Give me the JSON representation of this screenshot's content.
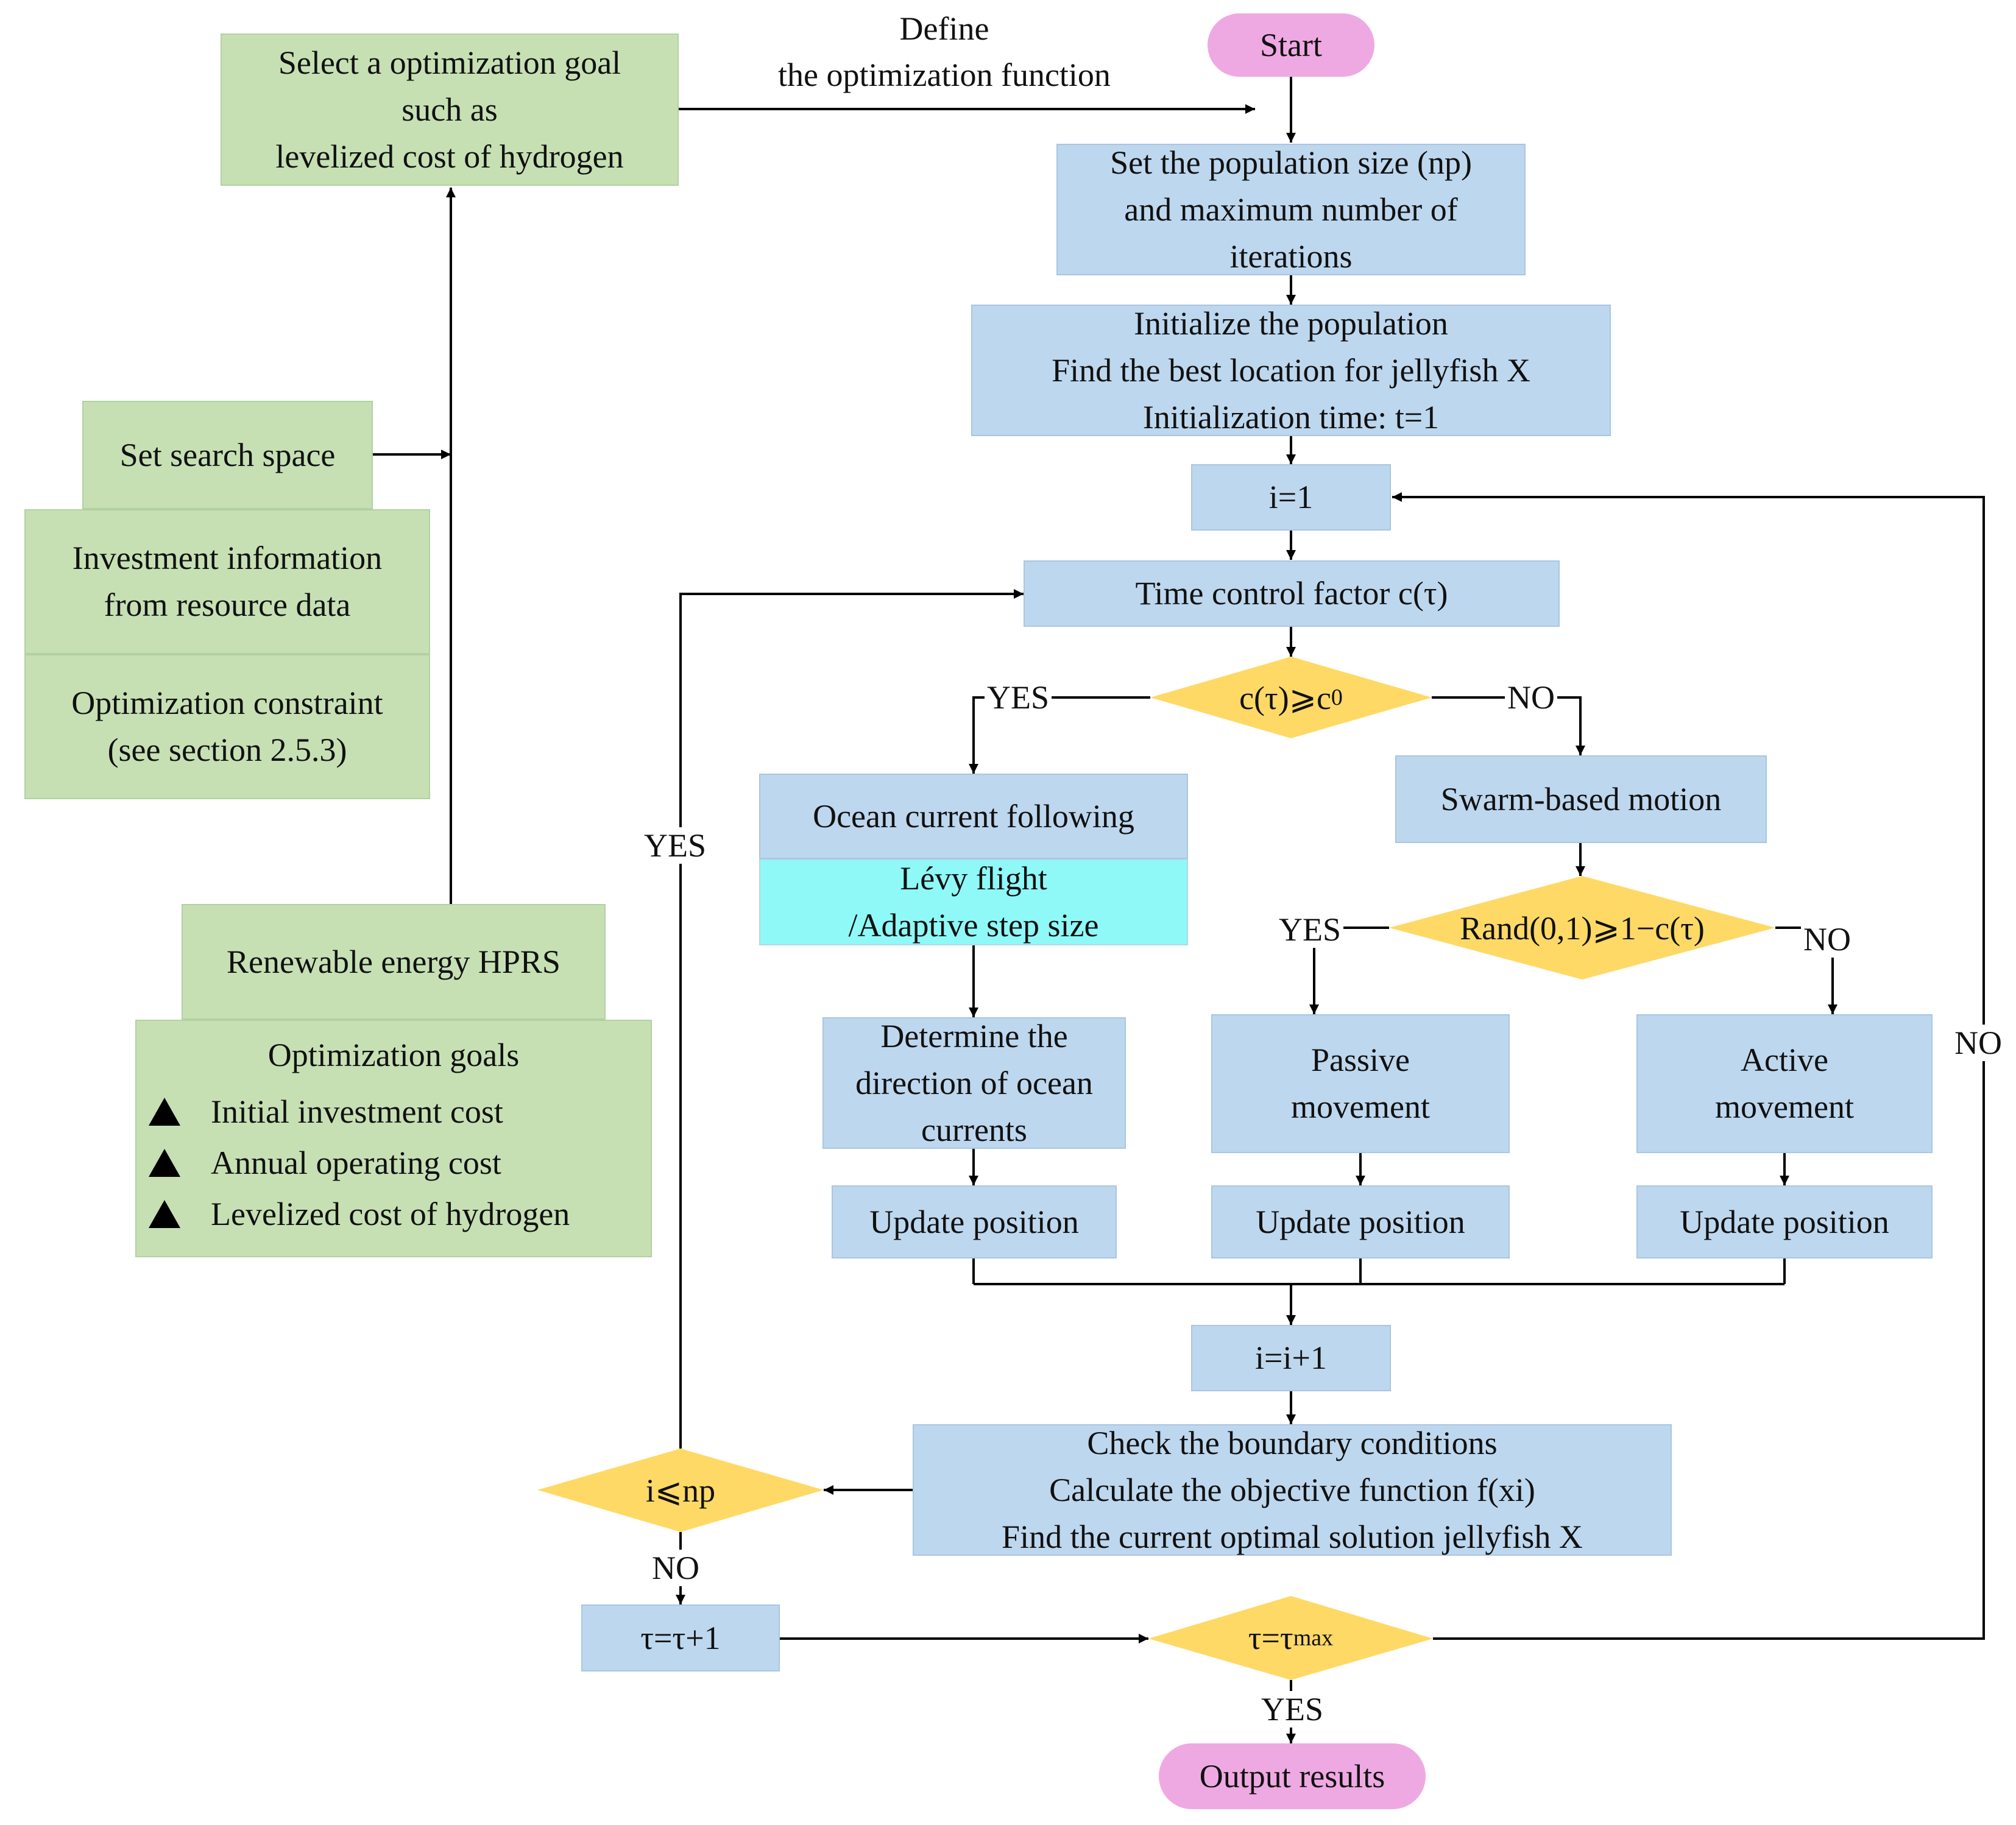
{
  "nodes": {
    "start": "Start",
    "set_pop": [
      "Set the population size (np)",
      "and maximum number of",
      "iterations"
    ],
    "init_pop": [
      "Initialize the population",
      "Find the best location for jellyfish X",
      "Initialization time: t=1"
    ],
    "i_init": "i=1",
    "time_control": "Time control factor c(τ)",
    "cond_c": "c(τ)⩾c",
    "cond_c_sub": "0",
    "ocean": "Ocean current following",
    "levy": [
      "Lévy flight",
      "/Adaptive step size"
    ],
    "swarm": "Swarm-based motion",
    "cond_rand": "Rand(0,1)⩾1−c(τ)",
    "direction": [
      "Determine the",
      "direction of ocean",
      "currents"
    ],
    "passive": [
      "Passive",
      "movement"
    ],
    "active": [
      "Active",
      "movement"
    ],
    "update": "Update position",
    "i_inc": "i=i+1",
    "check": [
      "Check the boundary conditions",
      "Calculate the objective function f(xi)",
      "Find the current optimal solution jellyfish X"
    ],
    "cond_np": "i⩽np",
    "tau_inc": "τ=τ+1",
    "cond_tau": "τ=τ",
    "cond_tau_sub": "max",
    "output": "Output results",
    "select_goal": [
      "Select a optimization goal",
      "such as",
      "levelized cost of hydrogen"
    ],
    "search_space": "Set search space",
    "investment": [
      "Investment information",
      "from resource data"
    ],
    "constraint": [
      "Optimization constraint",
      "(see section 2.5.3)"
    ],
    "renewable": "Renewable energy HPRS",
    "goals_title": "Optimization goals",
    "goals": [
      "Initial investment cost",
      "Annual operating cost",
      "Levelized cost of hydrogen"
    ]
  },
  "labels": {
    "define": [
      "Define",
      "the optimization function"
    ],
    "yes": "YES",
    "no": "NO"
  },
  "colors": {
    "process": "#bdd7ee",
    "input": "#c6e0b4",
    "highlight": "#8ff9f8",
    "decision": "#ffd966",
    "terminal": "#efa9e2"
  }
}
